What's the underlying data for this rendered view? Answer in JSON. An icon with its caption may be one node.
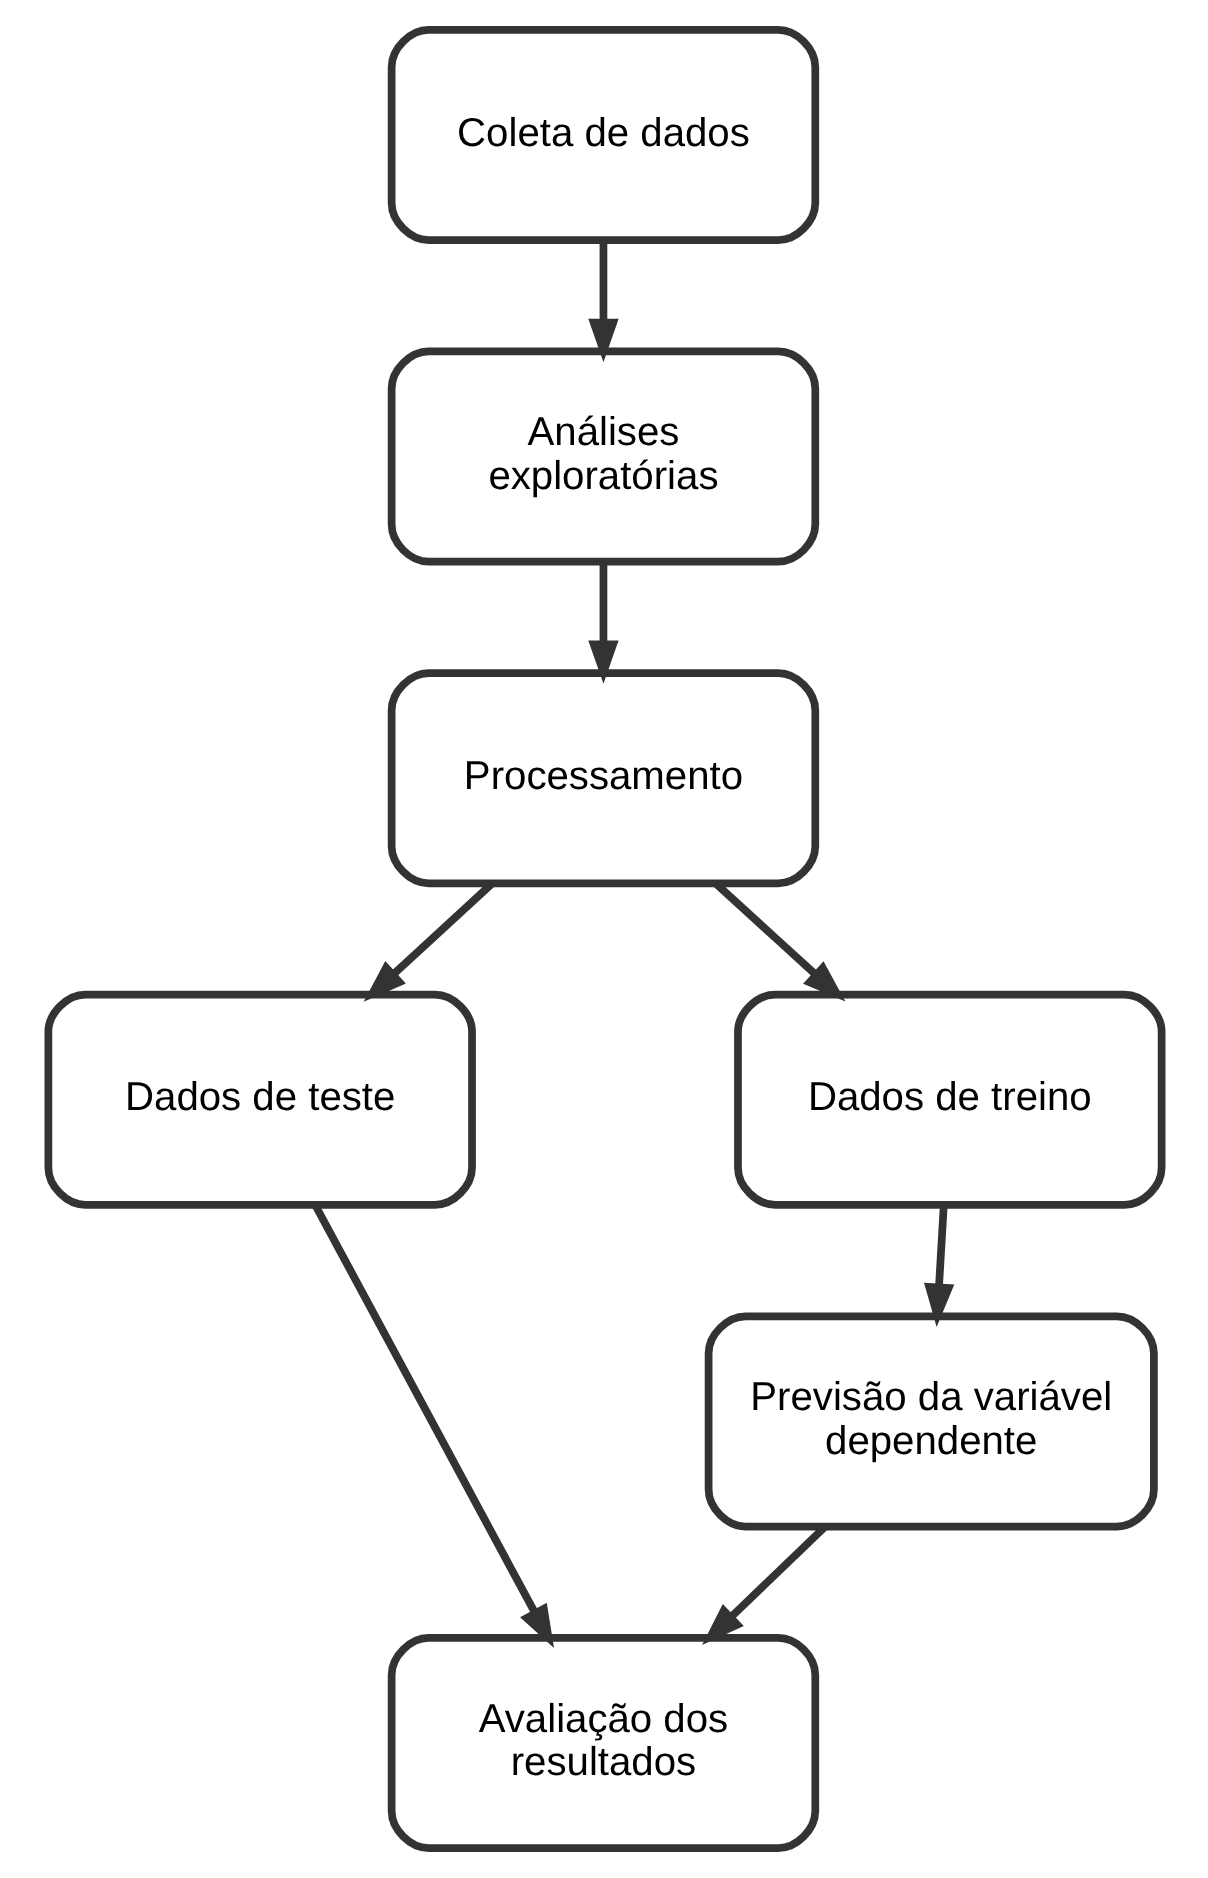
{
  "diagram": {
    "nodes": [
      {
        "text": [
          "Coleta de dados"
        ]
      },
      {
        "text": [
          "Análises exploratórias"
        ]
      },
      {
        "text": [
          "Processamento"
        ]
      },
      {
        "text": [
          "Dados de teste"
        ]
      },
      {
        "text": [
          "Dados de treino"
        ]
      },
      {
        "text": [
          "Previsão da variável dependente"
        ]
      },
      {
        "text": [
          "Avaliação dos resultados"
        ]
      }
    ],
    "edges": [
      {
        "from": 0,
        "to": 1,
        "arrow": "to"
      },
      {
        "from": 1,
        "to": 2,
        "arrow": "to"
      },
      {
        "from": 2,
        "to": 3,
        "arrow": "to"
      },
      {
        "from": 2,
        "to": 4,
        "arrow": "to"
      },
      {
        "from": 4,
        "to": 5,
        "arrow": "to"
      },
      {
        "from": 5,
        "to": 6,
        "arrow": "to"
      },
      {
        "from": 3,
        "to": 6,
        "arrow": "to"
      }
    ]
  }
}
